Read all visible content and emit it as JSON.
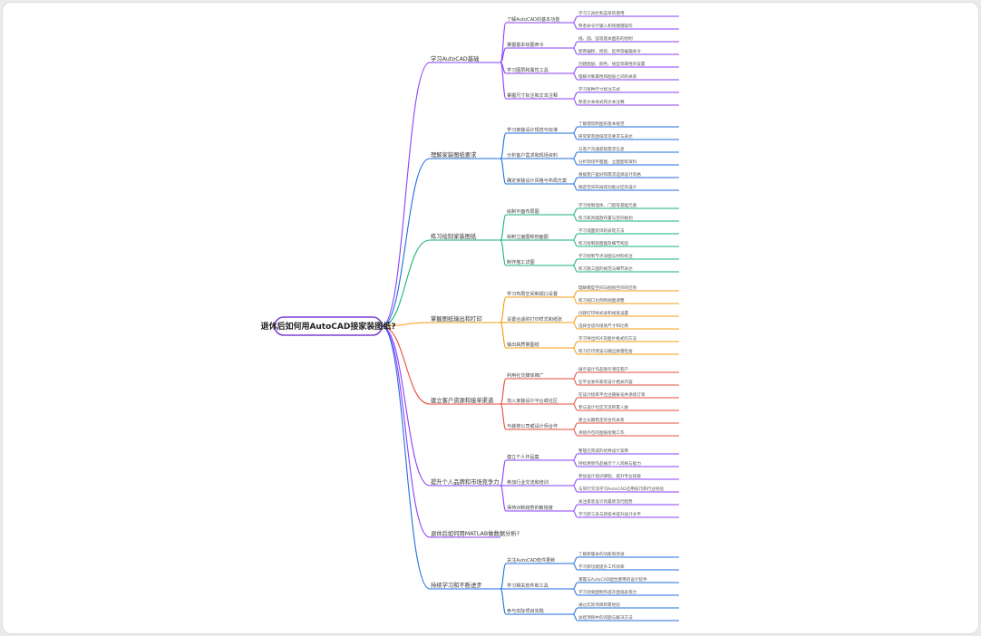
{
  "root": "退休后如何用AutoCAD接家装图纸?",
  "colors": [
    "#8a3ffc",
    "#1e6fe0",
    "#17b37a",
    "#f39c12",
    "#e74c3c",
    "#8a3ffc",
    "#8a3ffc",
    "#1e6fe0"
  ],
  "branches": [
    {
      "label": "学习AutoCAD基础",
      "children": [
        {
          "label": "了解AutoCAD的基本功能",
          "children": [
            "学习工具栏和菜单的使用",
            "熟悉命令行输入和快捷键操作"
          ]
        },
        {
          "label": "掌握基本绘图命令",
          "children": [
            "线、圆、弧等基本图形的绘制",
            "使用偏移、修剪、延伸等编辑命令"
          ]
        },
        {
          "label": "学习图层和属性工具",
          "children": [
            "创建图层、颜色、线型等属性的设置",
            "理解对象属性和图层之间的关系"
          ]
        },
        {
          "label": "掌握尺寸标注和文本注释",
          "children": [
            "学习各种尺寸标注方式",
            "熟悉文本样式和文本注释"
          ]
        }
      ]
    },
    {
      "label": "理解家装图纸要求",
      "children": [
        {
          "label": "学习家装设计规范与标准",
          "children": [
            "了解建筑制图的基本规范",
            "研究家装图纸常见要求与表达"
          ]
        },
        {
          "label": "分析客户需求和现场资料",
          "children": [
            "与客户沟通获取需求信息",
            "分析现场平面图、立面图等资料"
          ]
        },
        {
          "label": "确定家装设计风格与布局方案",
          "children": [
            "根据客户喜好和需求选择设计风格",
            "确定空间布局和功能分区的设计"
          ]
        }
      ]
    },
    {
      "label": "练习绘制家装图纸",
      "children": [
        {
          "label": "绘制平面布局图",
          "children": [
            "学习绘制墙体、门窗等基础元素",
            "练习家具摆放布置与空间规划"
          ]
        },
        {
          "label": "绘制立面图和剖面图",
          "children": [
            "学习墙面装饰的表现方法",
            "练习绘制剖面图及细节构造"
          ]
        },
        {
          "label": "制作施工详图",
          "children": [
            "学习绘制节点详图与材料标注",
            "练习施工图的规范与细节表达"
          ]
        }
      ]
    },
    {
      "label": "掌握图纸输出和打印",
      "children": [
        {
          "label": "学习布局空间和视口设置",
          "children": [
            "理解模型空间与图纸空间的区别",
            "练习视口比例和视图调整"
          ]
        },
        {
          "label": "设置合适的打印样式和纸张",
          "children": [
            "创建打印样式表和线宽设置",
            "选择合适的纸张尺寸和比例"
          ]
        },
        {
          "label": "输出高质量图纸",
          "children": [
            "学习导出PDF及图片格式的方法",
            "练习打印预览与输出质量检查"
          ]
        }
      ]
    },
    {
      "label": "建立客户资源和接单渠道",
      "children": [
        {
          "label": "利用社交媒体推广",
          "children": [
            "展示设计作品吸引潜在客户",
            "在平台发布家装设计相关内容"
          ]
        },
        {
          "label": "加入家装设计平台或社区",
          "children": [
            "在设计接单平台注册账号并承接订单",
            "参与设计社区交流积累人脉"
          ]
        },
        {
          "label": "与装修公司或设计师合作",
          "children": [
            "建立长期稳定的合作关系",
            "承接外包的图纸绘制工作"
          ]
        }
      ]
    },
    {
      "label": "提升个人品牌和市场竞争力",
      "children": [
        {
          "label": "建立个人作品集",
          "children": [
            "整理已完成的优秀设计案例",
            "持续更新作品展示个人风格与能力"
          ]
        },
        {
          "label": "参加行业交流和培训",
          "children": [
            "参加设计培训课程，提升专业技能",
            "与同行交流学习AutoCAD应用技巧和行业经验"
          ]
        },
        {
          "label": "保持对新趋势的敏锐度",
          "children": [
            "关注家装设计的最新流行趋势",
            "学习新工具与新技术提升设计水平"
          ]
        }
      ]
    },
    {
      "label": "退休后如何用MATLAB做数据分析?",
      "children": []
    },
    {
      "label": "持续学习和不断进步",
      "children": [
        {
          "label": "关注AutoCAD软件更新",
          "children": [
            "了解新版本的功能和改进",
            "学习新功能提升工作效率"
          ]
        },
        {
          "label": "学习相关软件和工具",
          "children": [
            "掌握与AutoCAD配合使用的设计软件",
            "学习效果图制作提升图纸表现力"
          ]
        },
        {
          "label": "参与实际项目实践",
          "children": [
            "通过实际项目积累经验",
            "总结项目中的问题与解决方法"
          ]
        }
      ]
    }
  ]
}
